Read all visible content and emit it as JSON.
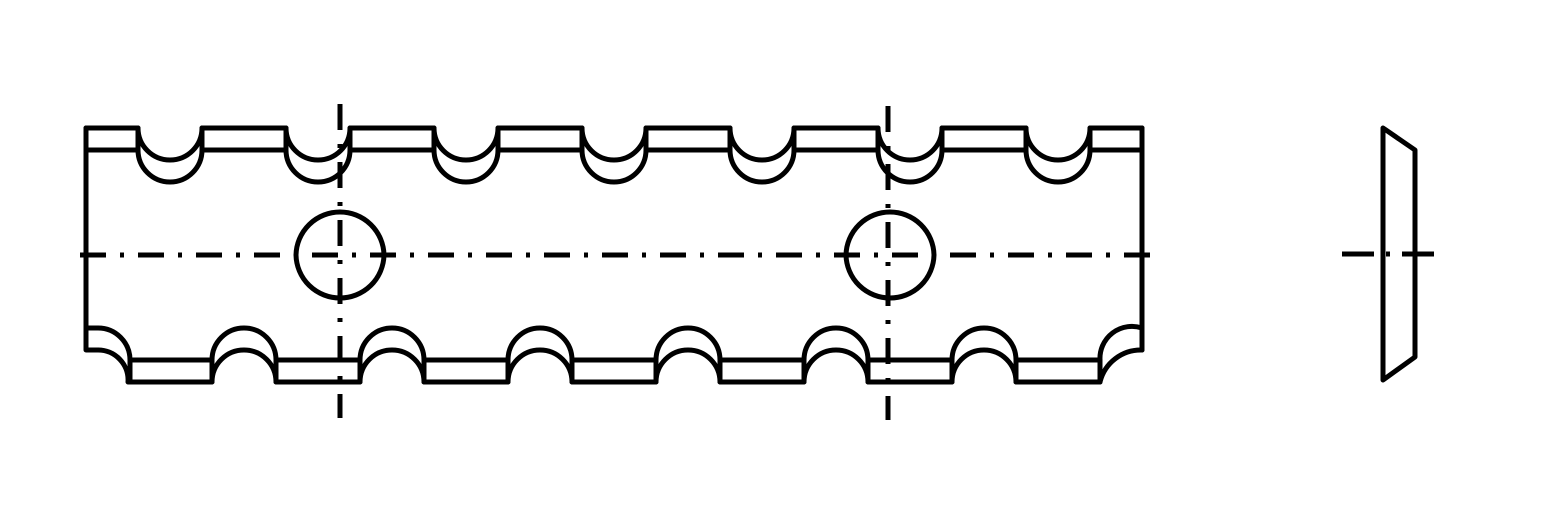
{
  "drawing": {
    "line_color": "#000000",
    "background": "#ffffff",
    "front_view": {
      "top_notch_count": 7,
      "bottom_notch_count": 7,
      "mounting_hole_count": 2
    },
    "side_view": {}
  }
}
